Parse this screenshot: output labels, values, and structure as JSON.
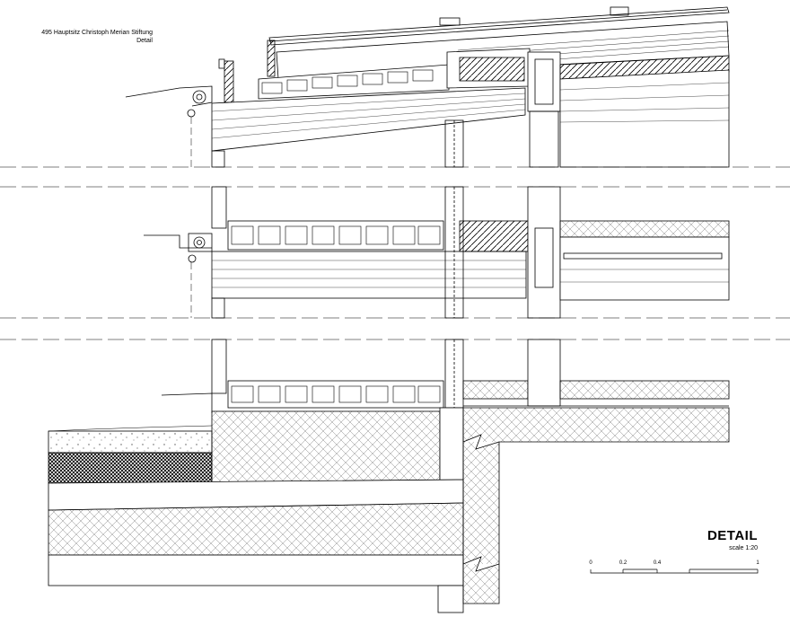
{
  "project": {
    "name": "495 Hauptsitz Christoph Merian Stiftung",
    "subtitle": "Detail"
  },
  "section": {
    "title": "DETAIL",
    "scale": "scale 1:20"
  },
  "scale_bar": {
    "ticks": [
      "0",
      "0.2",
      "0.4",
      "1"
    ]
  },
  "colors": {
    "ink": "#000000",
    "paper": "#ffffff",
    "hatch": "#7a7a7a"
  }
}
